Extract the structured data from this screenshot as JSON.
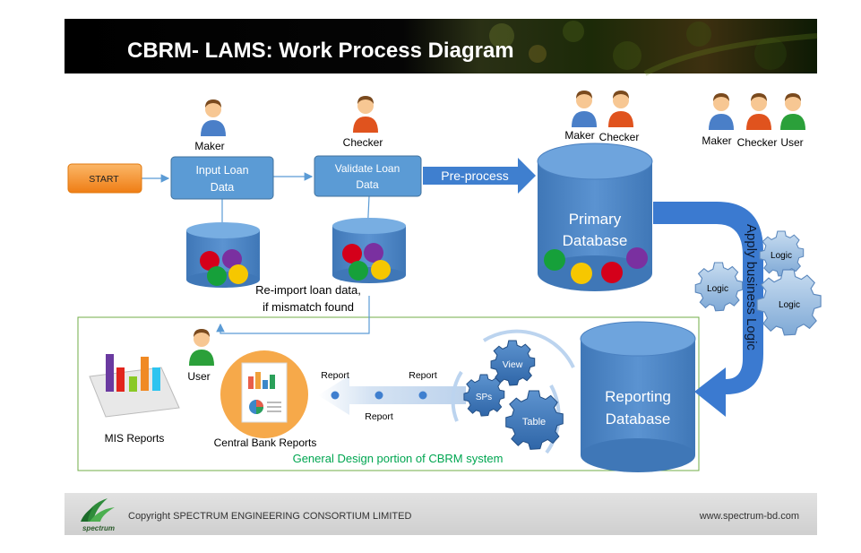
{
  "header": {
    "title": "CBRM- LAMS: Work Process Diagram"
  },
  "roles": {
    "maker": "Maker",
    "checker": "Checker",
    "maker_checker_pair": {
      "maker": "Maker",
      "checker": "Checker"
    },
    "maker_checker_user": {
      "maker": "Maker",
      "checker": "Checker",
      "user": "User"
    },
    "report_user": "User"
  },
  "process": {
    "start": "START",
    "input": [
      "Input Loan",
      "Data"
    ],
    "validate": [
      "Validate  Loan",
      "Data"
    ],
    "preprocess": "Pre-process",
    "reimport": [
      "Re-import loan data,",
      "if mismatch found"
    ]
  },
  "databases": {
    "primary": [
      "Primary",
      "Database"
    ],
    "reporting": [
      "Reporting",
      "Database"
    ]
  },
  "business_logic": {
    "label": "Apply business Logic",
    "gears": [
      "Logic",
      "Logic",
      "Logic"
    ]
  },
  "reporting": {
    "gears": [
      "View",
      "SPs",
      "Table"
    ],
    "report_labels": [
      "Report",
      "Report",
      "Report"
    ],
    "central_bank": "Central Bank Reports",
    "mis": "MIS Reports",
    "design_caption": "General Design portion of CBRM system"
  },
  "footer": {
    "logo_text": "spectrum",
    "copyright": "Copyright SPECTRUM ENGINEERING CONSORTIUM LIMITED",
    "website": "www.spectrum-bd.com"
  },
  "colors": {
    "header_bg": "#000000",
    "box_blue": "#5b9bd5",
    "db_blue": "#4f86c6",
    "gear_blue": "#8fb6dd",
    "start_orange": "#f79631",
    "green_frame": "#70ad47",
    "caption_green": "#00a651",
    "footer_bg": "#d9d9d9"
  },
  "icons": [
    "person-icon",
    "gear-icon",
    "database-icon",
    "bar-chart-icon",
    "report-icon",
    "arrow-icon",
    "logo-icon"
  ]
}
